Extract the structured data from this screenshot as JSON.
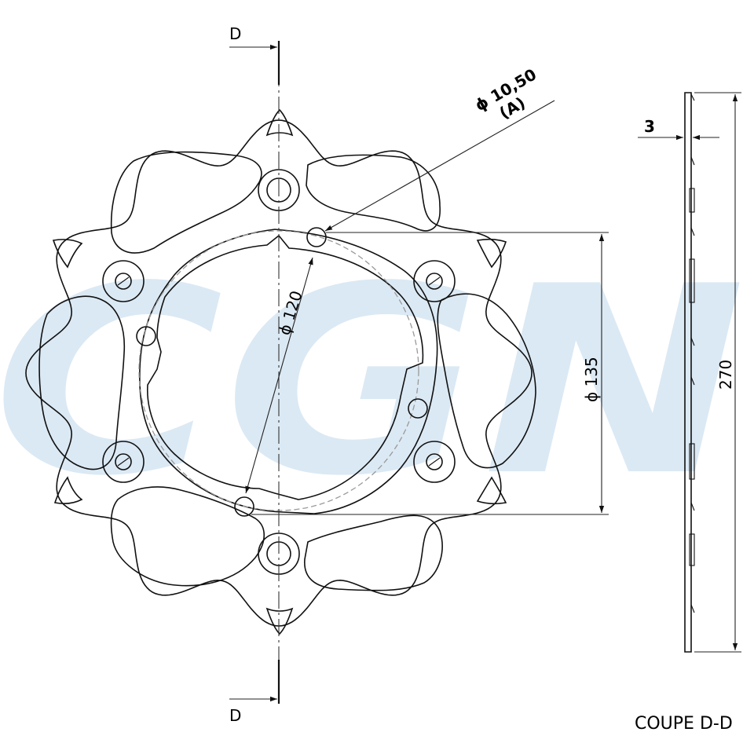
{
  "drawing": {
    "section_marker_letter": "D",
    "section_caption": "COUPE D-D",
    "watermark_text": "CGN",
    "colors": {
      "line": "#111111",
      "watermark": "#dbe9f4",
      "hidden_line": "#9a9a9a"
    }
  },
  "dimensions": {
    "bolt_hole_diameter": "ϕ 10,50",
    "bolt_hole_ref": "(A)",
    "inner_diameter": "ϕ 120",
    "bolt_circle_diameter": "ϕ 135",
    "outer_diameter": "270",
    "thickness": "3"
  }
}
